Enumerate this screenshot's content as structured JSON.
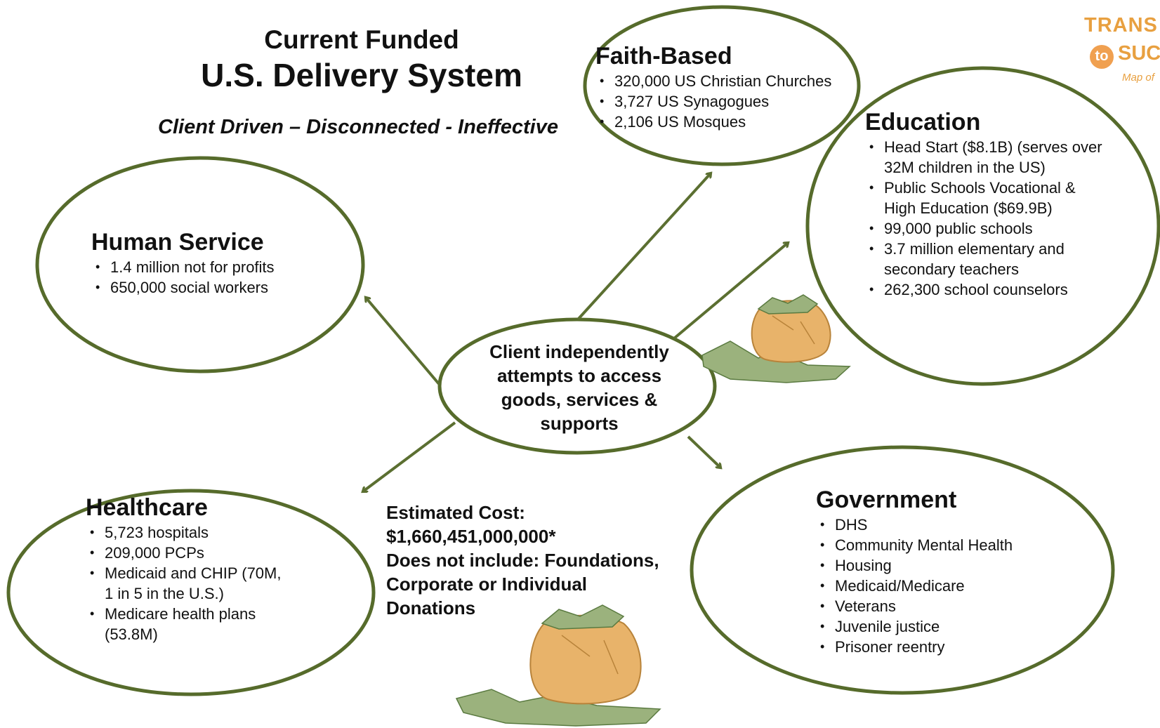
{
  "title": {
    "line1": "Current Funded",
    "line2": "U.S. Delivery System",
    "subtitle": "Client Driven – Disconnected - Ineffective"
  },
  "logo": {
    "line1": "TRANS",
    "to": "to",
    "line2": "SUC",
    "line3": "Map of"
  },
  "center": {
    "text_lines": [
      "Client independently",
      "attempts to access",
      "goods, services &",
      "supports"
    ]
  },
  "nodes": {
    "faith": {
      "heading": "Faith-Based",
      "items": [
        "320,000 US Christian Churches",
        "3,727 US Synagogues",
        "2,106 US Mosques"
      ]
    },
    "education": {
      "heading": "Education",
      "items": [
        "Head Start ($8.1B) (serves over 32M children in the US)",
        "Public Schools Vocational & High Education ($69.9B)",
        "99,000 public schools",
        "3.7 million elementary and secondary teachers",
        "262,300 school counselors"
      ]
    },
    "human_service": {
      "heading": "Human Service",
      "items": [
        "1.4 million not for profits",
        "650,000 social workers"
      ]
    },
    "healthcare": {
      "heading": "Healthcare",
      "items": [
        "5,723 hospitals",
        "209,000 PCPs",
        "Medicaid and CHIP (70M, 1 in 5 in the U.S.)",
        "Medicare health plans (53.8M)"
      ]
    },
    "government": {
      "heading": "Government",
      "items": [
        "DHS",
        "Community Mental Health",
        "Housing",
        "Medicaid/Medicare",
        "Veterans",
        "Juvenile justice",
        "Prisoner reentry"
      ]
    }
  },
  "cost": {
    "lines": [
      "Estimated Cost:",
      "$1,660,451,000,000*",
      "Does not include: Foundations,",
      "Corporate or Individual",
      "Donations"
    ]
  },
  "colors": {
    "ellipse_stroke": "#566b2b",
    "arrow": "#5b6f31",
    "bag": "#e8b36a",
    "money": "#8aa56b",
    "logo": "#e8a040"
  }
}
